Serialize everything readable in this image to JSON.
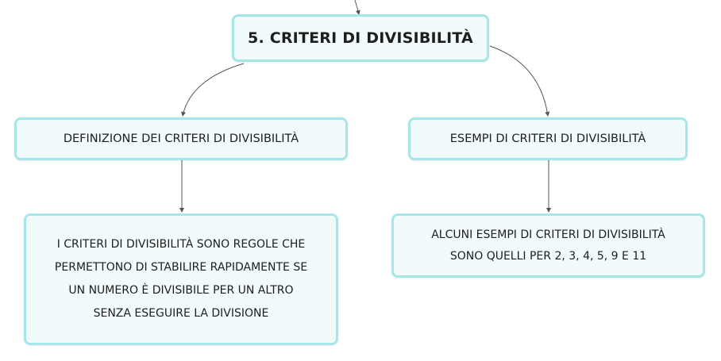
{
  "diagram": {
    "root": {
      "label": "5. CRITERI DI DIVISIBILITÀ"
    },
    "branches": [
      {
        "label": "DEFINIZIONE DEI CRITERI DI DIVISIBILITÀ",
        "child": {
          "lines": [
            "I CRITERI DI DIVISIBILITÀ SONO REGOLE CHE",
            "PERMETTONO DI STABILIRE RAPIDAMENTE SE",
            "UN NUMERO È DIVISIBILE PER UN ALTRO",
            "SENZA ESEGUIRE LA DIVISIONE"
          ]
        }
      },
      {
        "label": "ESEMPI DI CRITERI DI DIVISIBILITÀ",
        "child": {
          "lines": [
            "ALCUNI ESEMPI DI CRITERI DI DIVISIBILITÀ",
            "SONO QUELLI PER 2, 3, 4, 5, 9 E 11"
          ]
        }
      }
    ]
  },
  "colors": {
    "node_border": "#a6e6e8",
    "node_fill": "#f2fbfb",
    "connector": "#555555",
    "text": "#1e1e1e"
  }
}
